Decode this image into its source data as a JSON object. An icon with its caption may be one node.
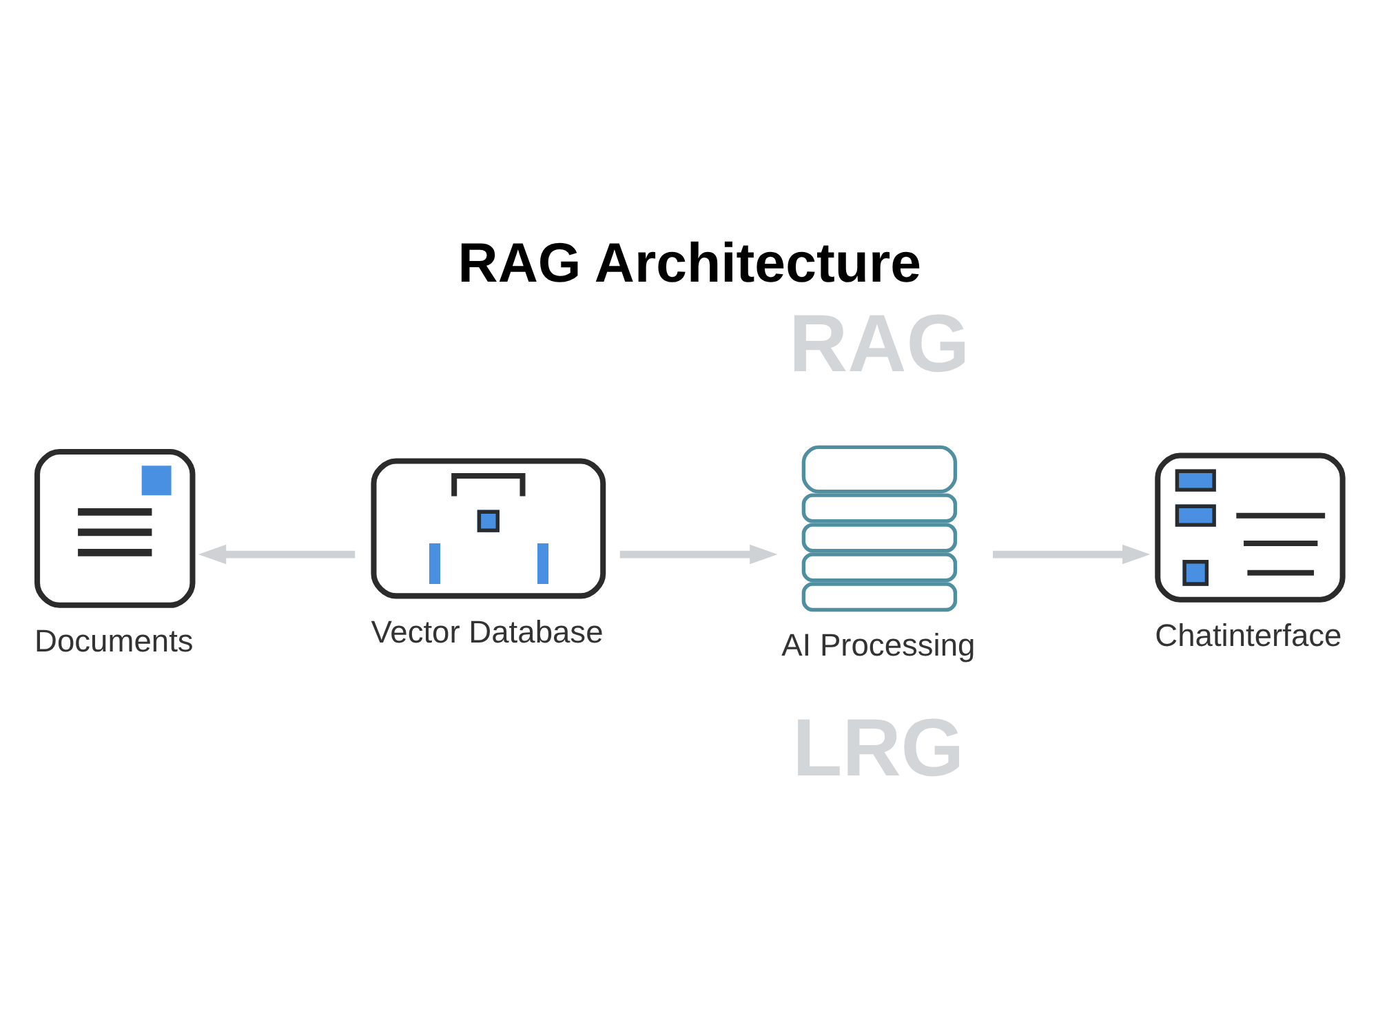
{
  "diagram": {
    "title": "RAG Architecture",
    "nodes": [
      {
        "text": [
          "Documents"
        ]
      },
      {
        "text": [
          "Vector Database"
        ]
      },
      {
        "text": [
          "AI Processing"
        ]
      },
      {
        "text": [
          "Chatinterface"
        ]
      }
    ],
    "edges": [
      {
        "from": 1,
        "to": 0,
        "arrow": "to"
      },
      {
        "from": 1,
        "to": 2,
        "arrow": "to"
      },
      {
        "from": 2,
        "to": 3,
        "arrow": "to"
      }
    ],
    "labels": [
      "RAG",
      "LRG"
    ]
  }
}
